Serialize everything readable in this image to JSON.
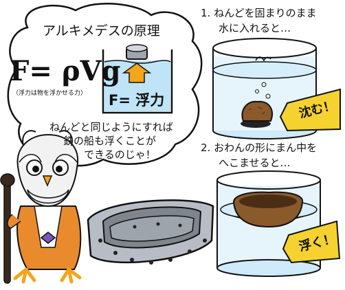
{
  "bubble": {
    "title": "アルキメデスの原理",
    "formula": "F= ρVg",
    "formula_note": "（浮力は物を浮かせる力）",
    "buoyancy_label": "F= 浮力",
    "speech_line1": "ねんどと同じようにすれば",
    "speech_line2": "鉄の船も浮くことが",
    "speech_line3": "できるのじゃ！"
  },
  "step1": {
    "line1": "1. ねんどを固まりのまま",
    "line2": "水に入れると…",
    "result": "沈む！"
  },
  "step2": {
    "line1": "2. おわんの形にまん中を",
    "line2": "へこませると…",
    "result": "浮く！"
  },
  "colors": {
    "water": "#bfe4f7",
    "arrow": "#f3a51c",
    "clay": "#8a5a2b",
    "badge": "#f5d22f",
    "steel": "#b8bcc4",
    "robe": "#e98a2d"
  }
}
